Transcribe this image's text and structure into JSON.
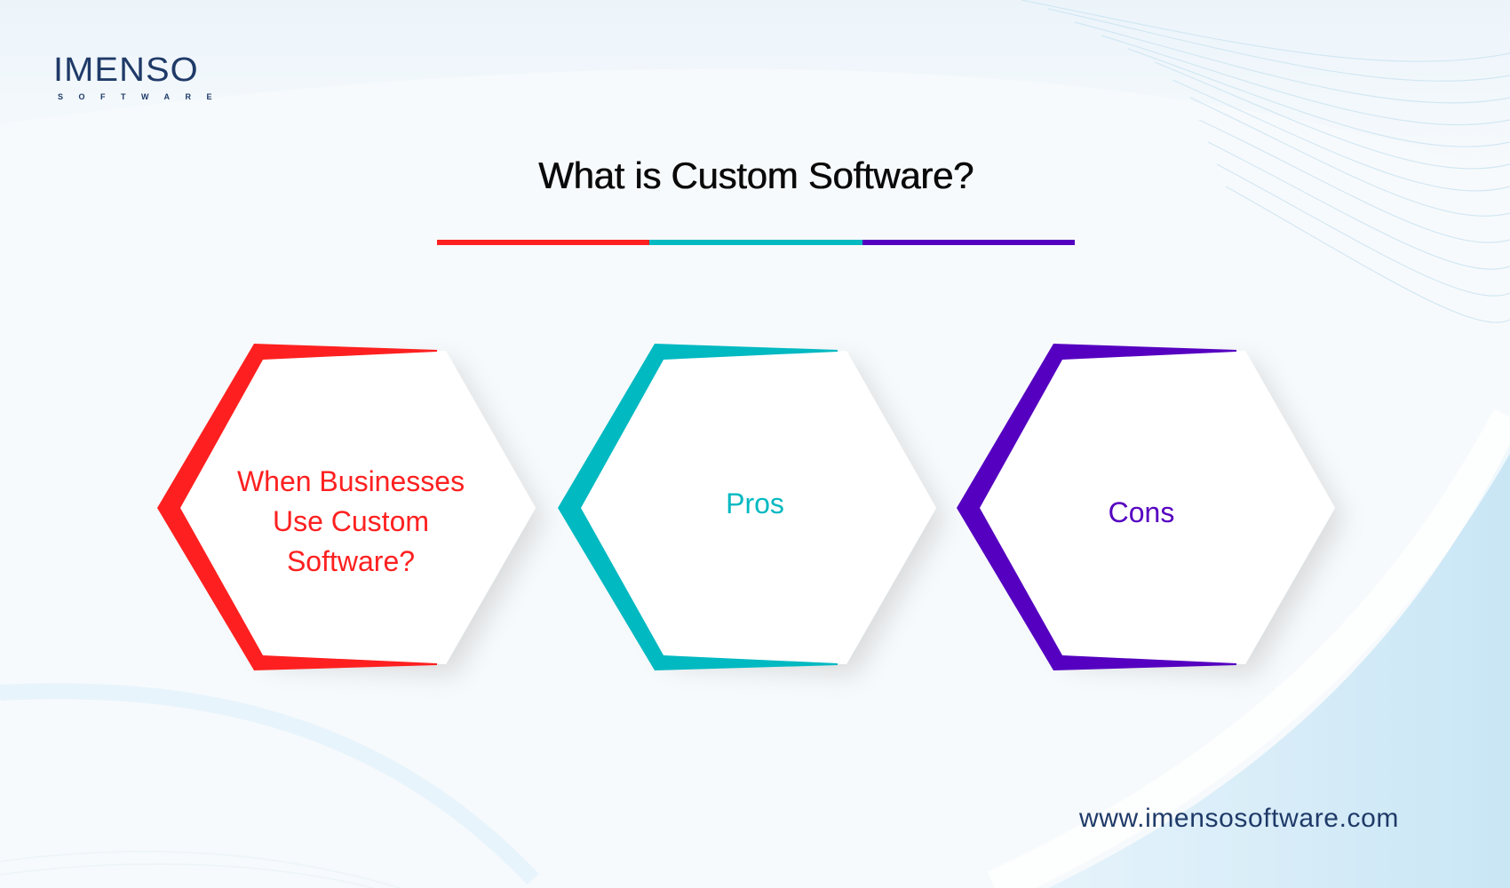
{
  "brand": {
    "logo_main": "IMENSO",
    "logo_sub": "SOFTWARE",
    "color": "#1f3a68"
  },
  "title": "What is Custom Software?",
  "divider_colors": [
    "#fe2020",
    "#00b9c1",
    "#5500c0"
  ],
  "hexagons": [
    {
      "label": "When Businesses\nUse Custom\nSoftware?",
      "color": "#fe2020"
    },
    {
      "label": "Pros",
      "color": "#00b9c1"
    },
    {
      "label": "Cons",
      "color": "#5500c0"
    }
  ],
  "footer": {
    "url": "www.imensosoftware.com"
  },
  "background": {
    "base": "#f7fafc",
    "wave_blue": "#cce7f5"
  }
}
